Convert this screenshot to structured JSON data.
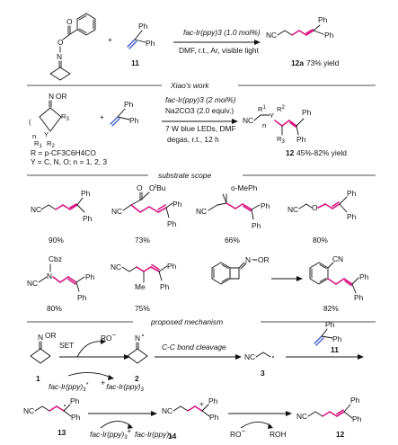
{
  "scheme1": {
    "compound_11": "11",
    "cond_top": "fac-Ir(ppy)3 (1.0 mol%)",
    "cond_bottom": "DMF, r.t., Ar, visible light",
    "product_label": "12a",
    "product_yield": "73% yield",
    "o_label": "O",
    "n_label": "N",
    "o2_label": "O",
    "ph": "Ph",
    "nc": "NC"
  },
  "xiao": {
    "header": "Xiao's work",
    "or_label": "OR",
    "r3_label": "R3",
    "r12_label": "R1 R2",
    "n_label": "n",
    "y_label": "Y",
    "cond1": "fac-Ir(ppy)3 (2 mol%)",
    "cond2": "Na2CO3 (2.0 equiv.)",
    "cond3": "7 W blue LEDs, DMF",
    "cond4": "degas, r.t., 12 h",
    "r_def": "R = p-CF3C6H4CO",
    "y_def": "Y = C, N, O; n = 1, 2, 3",
    "product_label": "12",
    "product_yield": "45%-82% yield",
    "product_r1": "R1",
    "product_r2": "R2",
    "product_r3": "R3",
    "product_y": "Y",
    "product_n": "n"
  },
  "scope": {
    "header": "substrate scope",
    "cotbu": "O",
    "otbu": "OtBu",
    "ompe": "o-MePh",
    "cbz": "Cbz",
    "me": "Me",
    "cn": "CN",
    "n_ox": "N",
    "or_ox": "OR",
    "yields": [
      "90%",
      "73%",
      "66%",
      "80%",
      "80%",
      "75%",
      "82%"
    ]
  },
  "mechanism": {
    "header": "proposed mechanism",
    "or_label": "OR",
    "compound_1": "1",
    "set": "SET",
    "ro_minus": "RO",
    "ir_star": "fac-Ir(ppy)3*",
    "ir_plus": "fac-Ir(ppy)3",
    "compound_2": "2",
    "cc_cleavage": "C-C bond cleavage",
    "compound_3": "3",
    "compound_11": "11",
    "compound_13": "13",
    "compound_14": "14",
    "compound_12": "12",
    "ir_plus2": "fac-Ir(ppy)3",
    "ir_plus3": "fac-Ir(ppy)3",
    "ro_minus2": "RO",
    "roh": "ROH"
  }
}
